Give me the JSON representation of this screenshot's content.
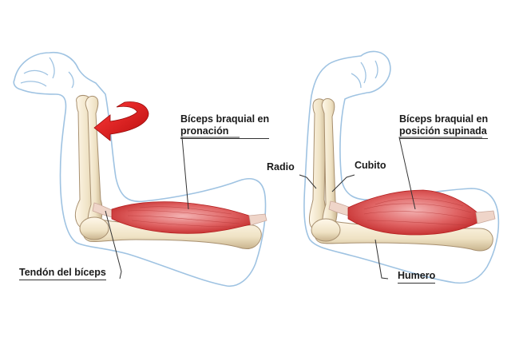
{
  "labels": {
    "left_biceps_line1": "Bíceps braquial en",
    "left_biceps_line2": "pronación",
    "left_tendon": "Tendón del bíceps",
    "right_biceps_line1": "Bíceps braquial en",
    "right_biceps_line2": "posición supinada",
    "right_radio": "Radio",
    "right_cubito": "Cubito",
    "right_humero": "Humero"
  },
  "colors": {
    "outline": "#9fc3e2",
    "skin": "#ffffff",
    "bone_light": "#f6eedd",
    "bone_dark": "#c9b48e",
    "muscle_light": "#f0a0a0",
    "muscle_dark": "#c92a2a",
    "tendon": "#efd5c9",
    "arrow": "#d81616",
    "leader": "#333333"
  }
}
